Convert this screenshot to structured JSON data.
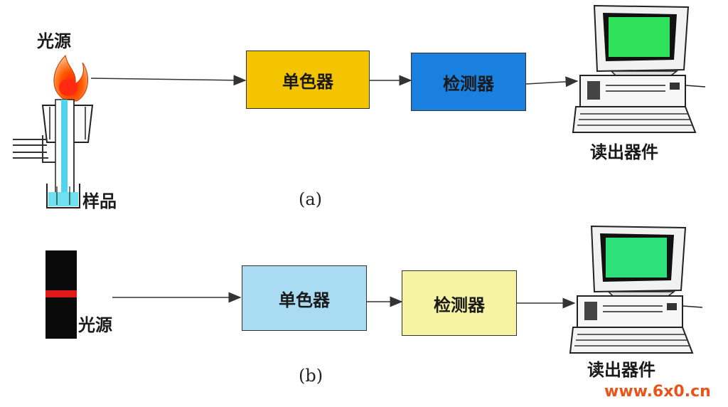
{
  "diagram_a": {
    "light_source_label": "光源",
    "sample_label": "样品",
    "monochromator_label": "单色器",
    "detector_label": "检测器",
    "readout_label": "读出器件",
    "caption": "(a)",
    "colors": {
      "monochromator": "#f5c400",
      "detector": "#1a80e0",
      "screen": "#2ee05a",
      "flame": "#ff6a00",
      "burner_tube": "#4fd6ee"
    }
  },
  "diagram_b": {
    "light_source_label": "光源",
    "monochromator_label": "单色器",
    "detector_label": "检测器",
    "readout_label": "读出器件",
    "caption": "(b)",
    "colors": {
      "monochromator": "#a9dcf3",
      "detector": "#f6f3a3",
      "screen": "#2ee07a",
      "lamp_band": "#e01818"
    }
  },
  "watermark": "www.6x0.cn"
}
